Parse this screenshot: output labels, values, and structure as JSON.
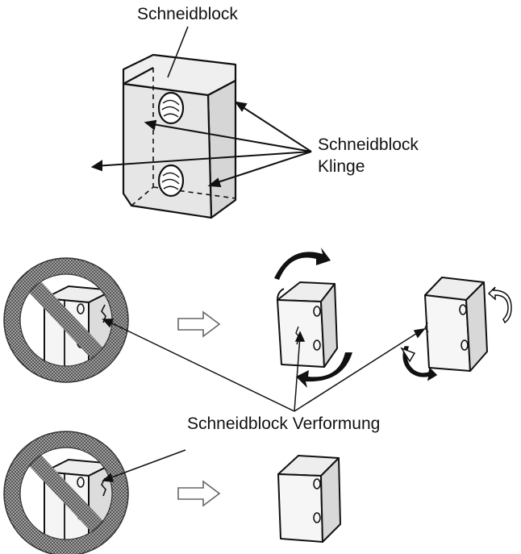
{
  "labels": {
    "top": "Schneidblock",
    "right_line1": "Schneidblock",
    "right_line2": "Klinge",
    "deformation": "Schneidblock Verformung"
  },
  "colors": {
    "stroke": "#111111",
    "block_fill": "#e4e4e4",
    "face_fill": "#f7f7f7",
    "prohibition": "#333333"
  },
  "icons": [
    "prohibition-icon",
    "right-arrow-icon",
    "rotation-arrow-icon"
  ]
}
